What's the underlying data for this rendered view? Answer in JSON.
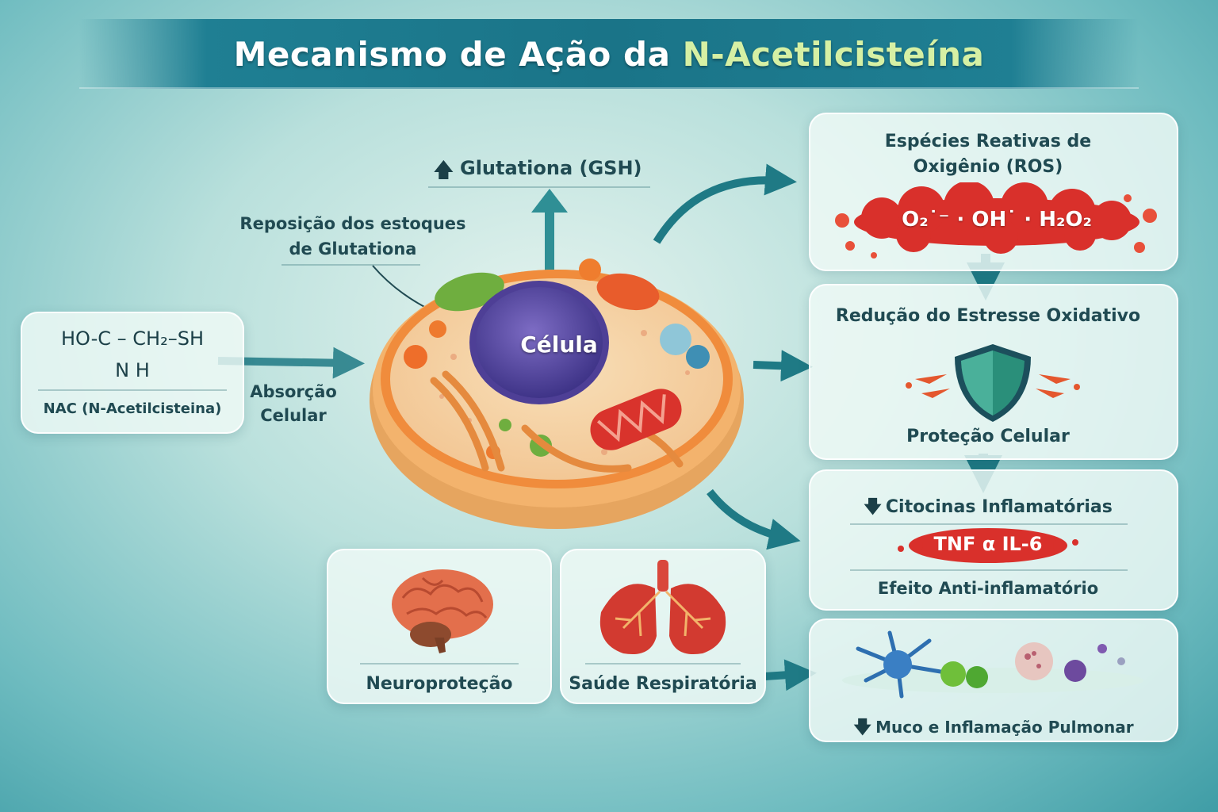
{
  "title": {
    "main": "Mecanismo de Ação da ",
    "highlight": "N-Acetilcisteína"
  },
  "nac": {
    "formula_line1": "HO-C – CH₂–SH",
    "formula_line2": "N H",
    "name": "NAC (N-Acetilcisteina)"
  },
  "absorption": {
    "line1": "Absorção",
    "line2": "Celular"
  },
  "glutathione": {
    "label": "Glutationa (GSH)"
  },
  "replenish": {
    "line1": "Reposição dos estoques",
    "line2": "de Glutationa"
  },
  "cell": {
    "label": "Célula"
  },
  "ros": {
    "line1": "Espécies Reativas de",
    "line2": "Oxigênio (ROS)",
    "species": "O₂˙⁻ · OH˙ · H₂O₂"
  },
  "oxidative": {
    "title": "Redução do Estresse Oxidativo",
    "subtitle": "Proteção Celular"
  },
  "cytokines": {
    "title": "Citocinas Inflamatórias",
    "markers": "TNF α IL-6",
    "effect": "Efeito Anti-inflamatório"
  },
  "neuro": {
    "label": "Neuroproteção"
  },
  "respiratory": {
    "label": "Saúde Respiratória"
  },
  "mucus": {
    "label": "Muco e Inflamação Pulmonar"
  },
  "colors": {
    "arrow": "#1f7a85",
    "ros_red": "#d9302b",
    "cell_orange": "#f0a766",
    "nucleus": "#5a4a9e",
    "shield": "#2a8f7a"
  }
}
